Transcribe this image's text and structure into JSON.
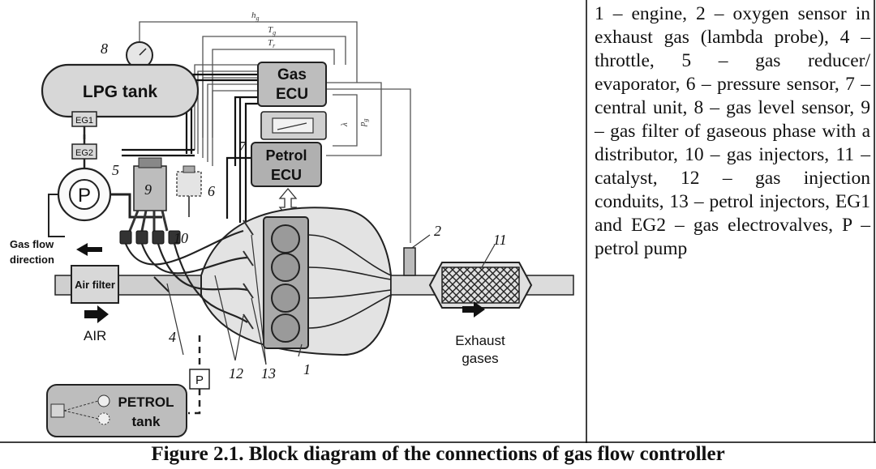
{
  "figure": {
    "caption": "Figure 2.1. Block diagram of the connections of gas flow controller"
  },
  "legend": {
    "text": "1 – engine, 2 – oxygen sensor in exhaust gas (lambda probe), 4 – throttle, 5 – gas reducer/ evaporator, 6 – pressure sensor, 7 – central unit, 8 – gas level sensor, 9 – gas filter of gaseous phase with a distributor, 10 – gas injectors, 11 – catalyst, 12 – gas injection conduits, 13 – petrol injectors, EG1 and EG2 – gas electrovalves, P – petrol pump"
  },
  "diagram": {
    "lpg_tank": "LPG tank",
    "gas_ecu_line1": "Gas",
    "gas_ecu_line2": "ECU",
    "petrol_ecu_line1": "Petrol",
    "petrol_ecu_line2": "ECU",
    "eg1": "EG1",
    "eg2": "EG2",
    "pump_p": "P",
    "small_p": "P",
    "air_filter": "Air filter",
    "air": "AIR",
    "gas_flow_line1": "Gas flow",
    "gas_flow_line2": "direction",
    "exhaust_line1": "Exhaust",
    "exhaust_line2": "gases",
    "petrol_tank_line1": "PETROL",
    "petrol_tank_line2": "tank",
    "signal_h": "h",
    "signal_h_sub": "g",
    "signal_tg": "T",
    "signal_tg_sub": "g",
    "signal_tr": "T",
    "signal_tr_sub": "r",
    "signal_pg": "p",
    "signal_pg_sub": "g",
    "signal_lambda": "λ",
    "num_1": "1",
    "num_2": "2",
    "num_4": "4",
    "num_5": "5",
    "num_6": "6",
    "num_7": "7",
    "num_8": "8",
    "num_9": "9",
    "num_10": "10",
    "num_11": "11",
    "num_12": "12",
    "num_13": "13"
  }
}
